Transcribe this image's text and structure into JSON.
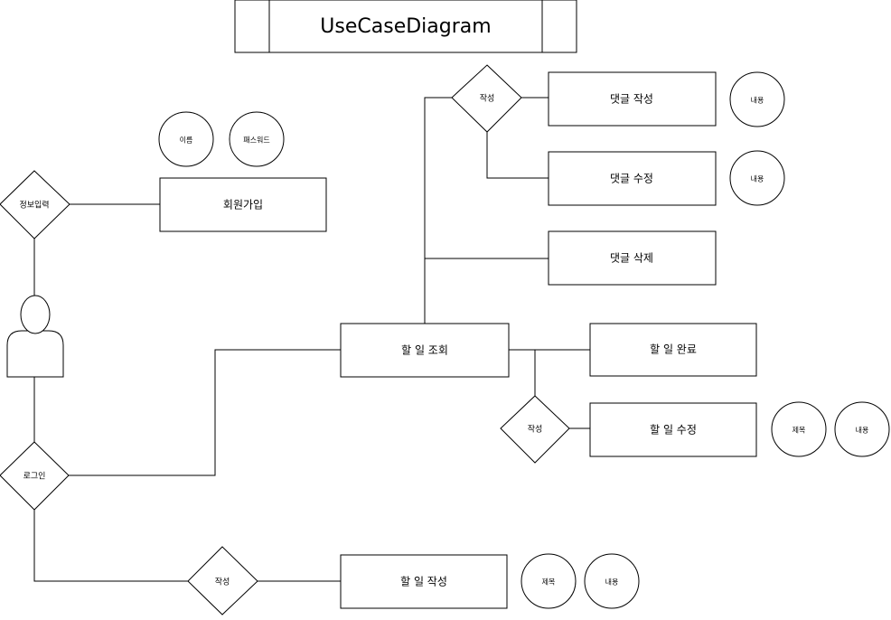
{
  "title": "UseCaseDiagram",
  "entities": {
    "signup": "회원가입",
    "view_todo": "할 일 조회",
    "create_todo": "할 일 작성",
    "complete_todo": "할 일 완료",
    "edit_todo": "할 일 수정",
    "write_comment": "댓글 작성",
    "edit_comment": "댓글 수정",
    "delete_comment": "댓글 삭제"
  },
  "relations": {
    "info_input": "정보입력",
    "login": "로그인",
    "write_comment_rel": "작성",
    "write_todo_rel": "작성",
    "edit_todo_rel": "작성"
  },
  "attributes": {
    "name": "이름",
    "password": "패스워드",
    "comment_content_1": "내용",
    "comment_content_2": "내용",
    "todo_edit_title": "제목",
    "todo_edit_content": "내용",
    "todo_create_title": "제목",
    "todo_create_content": "내용"
  }
}
